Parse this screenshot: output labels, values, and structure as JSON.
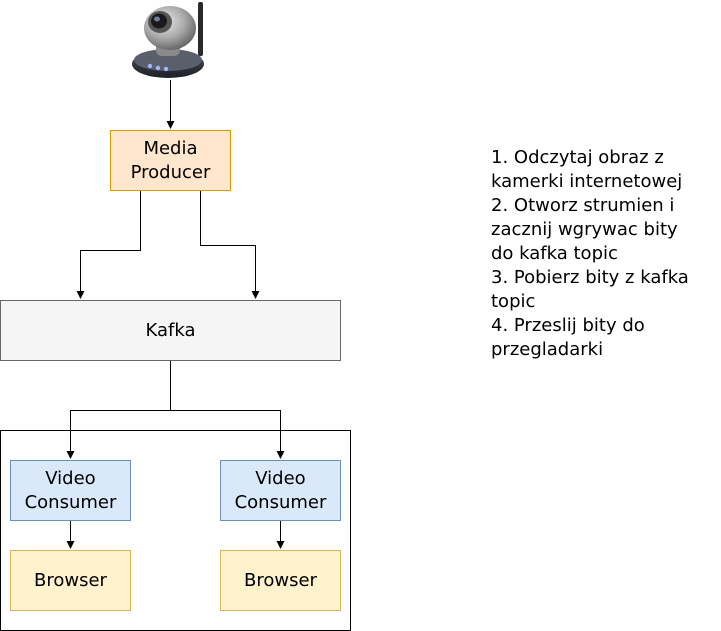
{
  "nodes": {
    "media_producer": "Media\nProducer",
    "kafka": "Kafka",
    "video_consumer_1": "Video\nConsumer",
    "video_consumer_2": "Video\nConsumer",
    "browser_1": "Browser",
    "browser_2": "Browser"
  },
  "notes": "1. Odczytaj obraz z\nkamerki internetowej\n2. Otworz strumien i\nzacznij wgrywac bity\ndo kafka topic\n3. Pobierz bity z kafka\ntopic\n4. Przeslij bity do\nprzegladarki",
  "colors": {
    "producer_fill": "#ffe6cc",
    "kafka_fill": "#f5f5f5",
    "consumer_fill": "#dae8fc",
    "browser_fill": "#fff2cc"
  },
  "icons": [
    "webcam-icon"
  ]
}
